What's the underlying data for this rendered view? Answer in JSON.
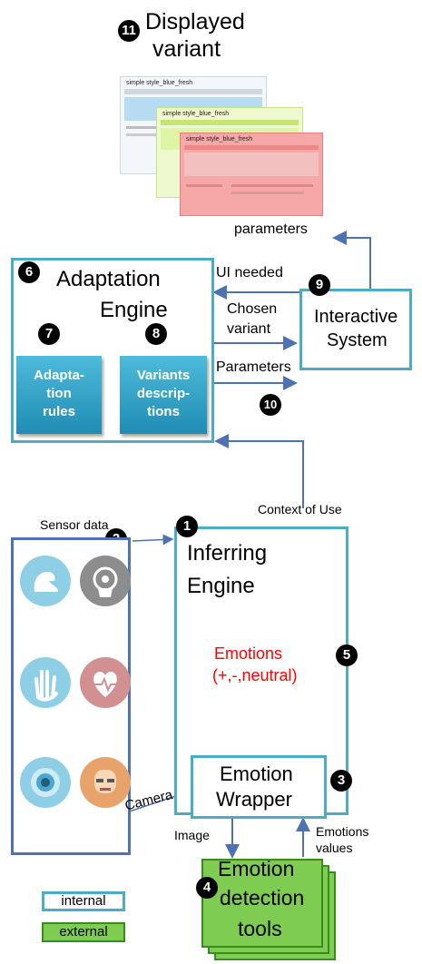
{
  "displayed": {
    "badge": "11",
    "title_line1": "Displayed",
    "title_line2": "variant",
    "preview_text": "simple style_blue_fresh"
  },
  "adaptation": {
    "badge": "6",
    "title_line1": "Adaptation",
    "title_line2": "Engine"
  },
  "rules": {
    "badge": "7",
    "label_line1": "Adapta-",
    "label_line2": "tion",
    "label_line3": "rules"
  },
  "variants": {
    "badge": "8",
    "label_line1": "Variants",
    "label_line2": "descrip-",
    "label_line3": "tions"
  },
  "interactive": {
    "badge": "9",
    "label_line1": "Interactive",
    "label_line2": "System"
  },
  "edges": {
    "parameters_top": "parameters",
    "ui_needed": "UI needed",
    "chosen_line1": "Chosen",
    "chosen_line2": "variant",
    "parameters": "Parameters",
    "parameters_badge": "10",
    "context_of_use": "Context of Use",
    "sensor_data": "Sensor data",
    "sensor_badge": "2",
    "camera": "Camera",
    "image": "Image",
    "emotions_values_line1": "Emotions",
    "emotions_values_line2": "values"
  },
  "inferring": {
    "badge": "1",
    "title_line1": "Inferring",
    "title_line2": "Engine",
    "emotions_line1": "Emotions",
    "emotions_line2": "(+,-,neutral)",
    "emotions_badge": "5"
  },
  "wrapper": {
    "badge": "3",
    "label_line1": "Emotion",
    "label_line2": "Wrapper"
  },
  "tools": {
    "badge": "4",
    "label_line1": "Emotion",
    "label_line2": "detection",
    "label_line3": "tools"
  },
  "legend": {
    "internal": "internal",
    "external": "external"
  },
  "colors": {
    "internal": "#4bacc6",
    "external": "#7fcc52",
    "emotions_text": "#ff0000",
    "arrow": "#4f72b3"
  }
}
